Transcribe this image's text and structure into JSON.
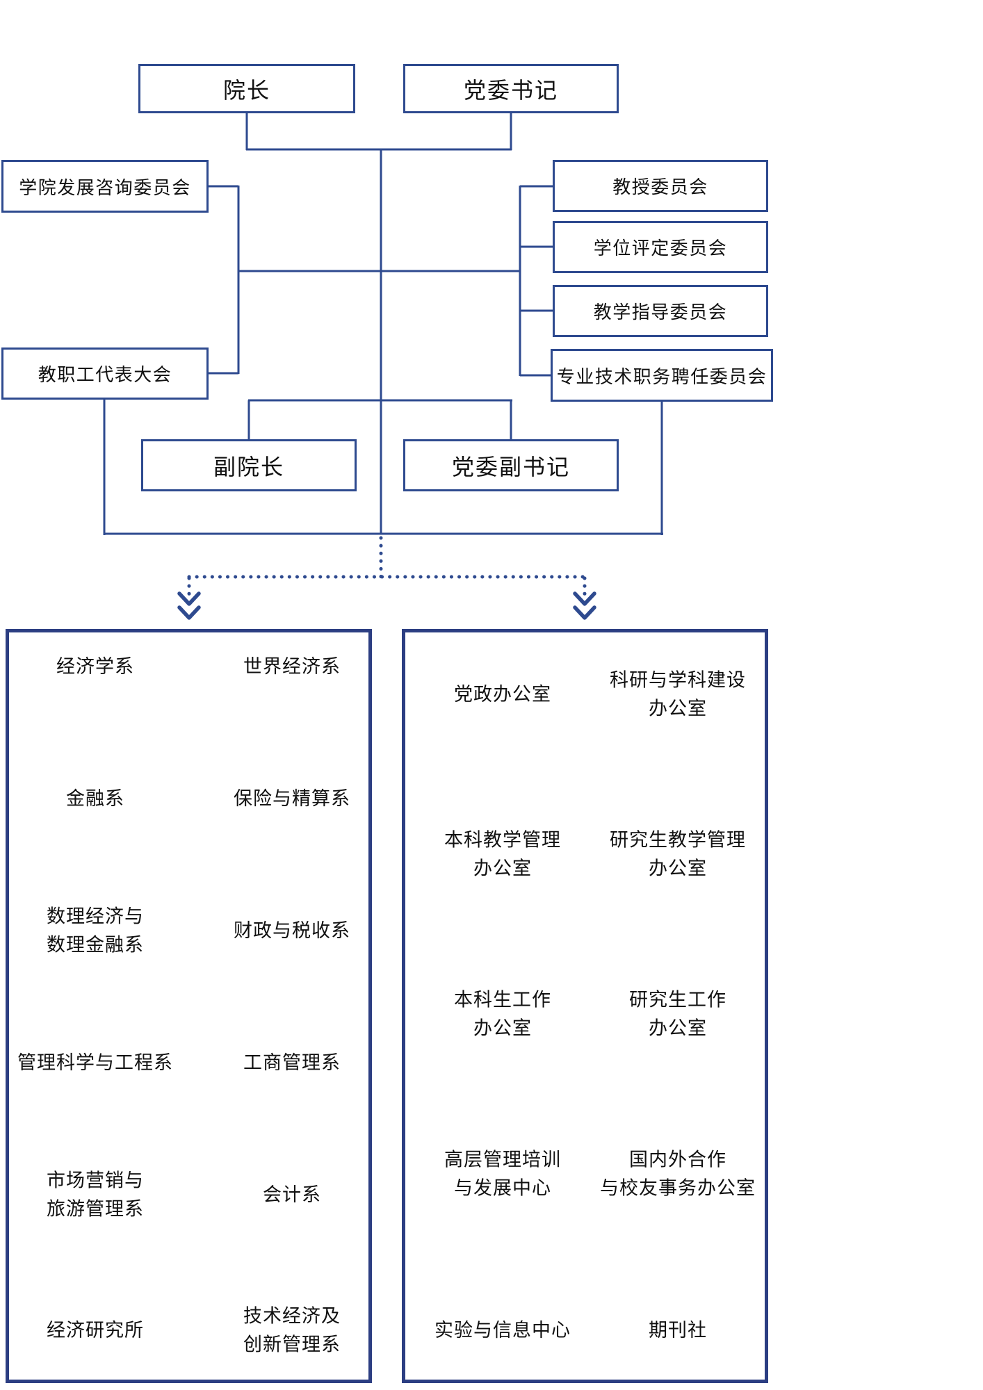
{
  "colors": {
    "line": "#2e4a8f",
    "panel-border": "#2c3e82",
    "text": "#111111",
    "bg": "#ffffff"
  },
  "org": {
    "dean": "院长",
    "party_secretary": "党委书记",
    "advisory_committee": "学院发展咨询委员会",
    "staff_congress": "教职工代表大会",
    "professor_committee": "教授委员会",
    "degree_committee": "学位评定委员会",
    "teaching_committee": "教学指导委员会",
    "appointment_committee": "专业技术职务聘任委员会",
    "vice_dean": "副院长",
    "deputy_party_secretary": "党委副书记"
  },
  "departments": {
    "items": [
      "经济学系",
      "世界经济系",
      "金融系",
      "保险与精算系",
      "数理经济与\n数理金融系",
      "财政与税收系",
      "管理科学与工程系",
      "工商管理系",
      "市场营销与\n旅游管理系",
      "会计系",
      "经济研究所",
      "技术经济及\n创新管理系"
    ]
  },
  "offices": {
    "items": [
      "党政办公室",
      "科研与学科建设\n办公室",
      "本科教学管理\n办公室",
      "研究生教学管理\n办公室",
      "本科生工作\n办公室",
      "研究生工作\n办公室",
      "高层管理培训\n与发展中心",
      "国内外合作\n与校友事务办公室",
      "实验与信息中心",
      "期刊社"
    ]
  }
}
